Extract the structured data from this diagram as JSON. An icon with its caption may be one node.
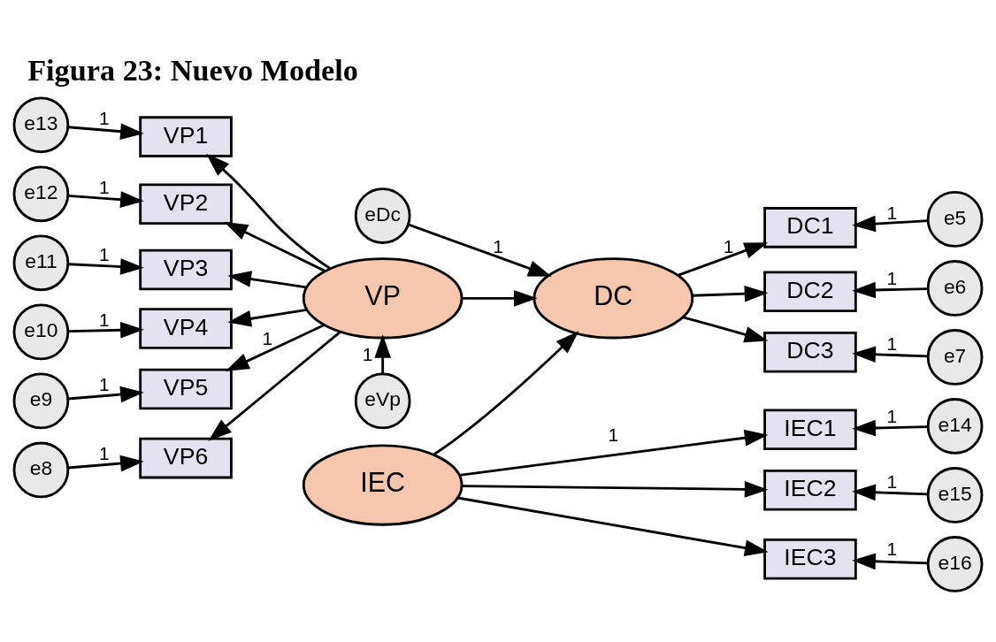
{
  "diagram": {
    "title": "Figura 23: Nuevo Modelo",
    "nodes": [
      {
        "text": [
          "eDc"
        ]
      },
      {
        "text": [
          "DC"
        ]
      },
      {
        "text": [
          "DC1"
        ]
      },
      {
        "text": [
          "DC2"
        ]
      },
      {
        "text": [
          "DC3"
        ]
      },
      {
        "text": [
          "e5"
        ]
      },
      {
        "text": [
          "e6"
        ]
      },
      {
        "text": [
          "e7"
        ]
      },
      {
        "text": [
          "e13"
        ]
      },
      {
        "text": [
          "VP1"
        ]
      },
      {
        "text": [
          "e12"
        ]
      },
      {
        "text": [
          "VP2"
        ]
      },
      {
        "text": [
          "e11"
        ]
      },
      {
        "text": [
          "VP3"
        ]
      },
      {
        "text": [
          "e10"
        ]
      },
      {
        "text": [
          "VP4"
        ]
      },
      {
        "text": [
          "e9"
        ]
      },
      {
        "text": [
          "VP5"
        ]
      },
      {
        "text": [
          "e8"
        ]
      },
      {
        "text": [
          "VP6"
        ]
      },
      {
        "text": [
          "VP"
        ]
      },
      {
        "text": [
          "IEC"
        ]
      },
      {
        "text": [
          "IEC1"
        ]
      },
      {
        "text": [
          "e14"
        ]
      },
      {
        "text": [
          "IEC2"
        ]
      },
      {
        "text": [
          "e15"
        ]
      },
      {
        "text": [
          "IEC3"
        ]
      },
      {
        "text": [
          "e16"
        ]
      },
      {
        "text": [
          "eVp"
        ]
      }
    ],
    "edges": [
      {
        "from": 0,
        "to": 1,
        "arrow": "to",
        "label": "1"
      },
      {
        "from": 1,
        "to": 2,
        "arrow": "to",
        "label": "1"
      },
      {
        "from": 1,
        "to": 3,
        "arrow": "to"
      },
      {
        "from": 1,
        "to": 4,
        "arrow": "to"
      },
      {
        "from": 5,
        "to": 2,
        "arrow": "to",
        "label": "1"
      },
      {
        "from": 6,
        "to": 3,
        "arrow": "to",
        "label": "1"
      },
      {
        "from": 7,
        "to": 4,
        "arrow": "to",
        "label": "1"
      },
      {
        "from": 8,
        "to": 9,
        "arrow": "to",
        "label": "1"
      },
      {
        "from": 10,
        "to": 11,
        "arrow": "to",
        "label": "1"
      },
      {
        "from": 12,
        "to": 13,
        "arrow": "to",
        "label": "1"
      },
      {
        "from": 14,
        "to": 15,
        "arrow": "to",
        "label": "1"
      },
      {
        "from": 16,
        "to": 17,
        "arrow": "to",
        "label": "1"
      },
      {
        "from": 18,
        "to": 19,
        "arrow": "to",
        "label": "1"
      },
      {
        "from": 20,
        "to": 9,
        "arrow": "to"
      },
      {
        "from": 20,
        "to": 11,
        "arrow": "to"
      },
      {
        "from": 20,
        "to": 13,
        "arrow": "to"
      },
      {
        "from": 20,
        "to": 15,
        "arrow": "to"
      },
      {
        "from": 20,
        "to": 17,
        "arrow": "to",
        "label": "1"
      },
      {
        "from": 20,
        "to": 19,
        "arrow": "to"
      },
      {
        "from": 28,
        "to": 20,
        "arrow": "to",
        "label": "1"
      },
      {
        "from": 20,
        "to": 1,
        "arrow": "to"
      },
      {
        "from": 21,
        "to": 1,
        "arrow": "to"
      },
      {
        "from": 21,
        "to": 22,
        "arrow": "to",
        "label": "1"
      },
      {
        "from": 21,
        "to": 24,
        "arrow": "to"
      },
      {
        "from": 21,
        "to": 26,
        "arrow": "to"
      },
      {
        "from": 23,
        "to": 22,
        "arrow": "to",
        "label": "1"
      },
      {
        "from": 25,
        "to": 24,
        "arrow": "to",
        "label": "1"
      },
      {
        "from": 27,
        "to": 26,
        "arrow": "to",
        "label": "1"
      }
    ]
  }
}
